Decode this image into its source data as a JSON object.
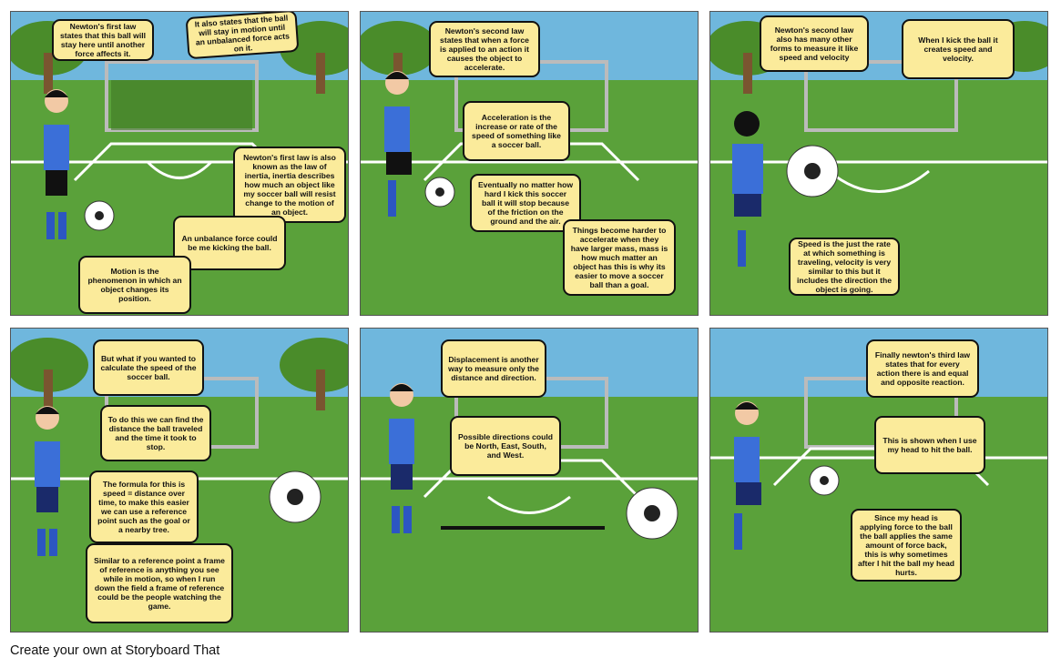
{
  "footer": "Create your own at Storyboard That",
  "panels": [
    {
      "bubbles": [
        "Newton's first law states that this ball will stay here until another force affects it.",
        "It also states that the ball will stay in motion until an unbalanced force acts on it.",
        "Newton's first law is also known as the law of inertia, inertia describes how much an object like my soccer ball will resist change to the motion of an object.",
        "An unbalance force could be me kicking the ball.",
        "Motion is the phenomenon in which an object changes its position."
      ]
    },
    {
      "bubbles": [
        "Newton's second law states that when a force is applied to an action it causes the object to accelerate.",
        "Acceleration is the increase or rate of the speed of something like a soccer ball.",
        "Eventually no matter how hard I kick this soccer ball it will stop because of the friction on the ground and the air.",
        "Things become harder to accelerate when they have larger mass, mass is how much matter an object has this is why its easier to move a soccer ball than a goal."
      ]
    },
    {
      "bubbles": [
        "Newton's second law also has many other forms to measure it like speed and velocity",
        "When I kick the ball it creates speed and velocity.",
        "Speed is the just the rate at which something is traveling, velocity is very similar to this but it includes the direction the object is going."
      ]
    },
    {
      "bubbles": [
        "But what if you wanted to calculate the speed of the soccer ball.",
        "To do this we can find the distance the ball traveled and the time it took to stop.",
        "The formula for this is speed = distance over time, to make this easier we can use a reference point such as the goal or a nearby tree.",
        "Similar to a reference point a frame of reference is anything you see while in motion, so when I run down the field a frame of reference could be the people watching the game."
      ]
    },
    {
      "bubbles": [
        "Displacement is another way to measure only the distance and direction.",
        "Possible directions could be North, East, South, and West."
      ]
    },
    {
      "bubbles": [
        "Finally newton's third law states that for every action there is and equal and opposite reaction.",
        "This is shown when I use my head to hit the ball.",
        "Since my head is applying force to the ball the ball applies the same amount of force back, this is why sometimes after I hit the ball my head hurts."
      ]
    }
  ]
}
